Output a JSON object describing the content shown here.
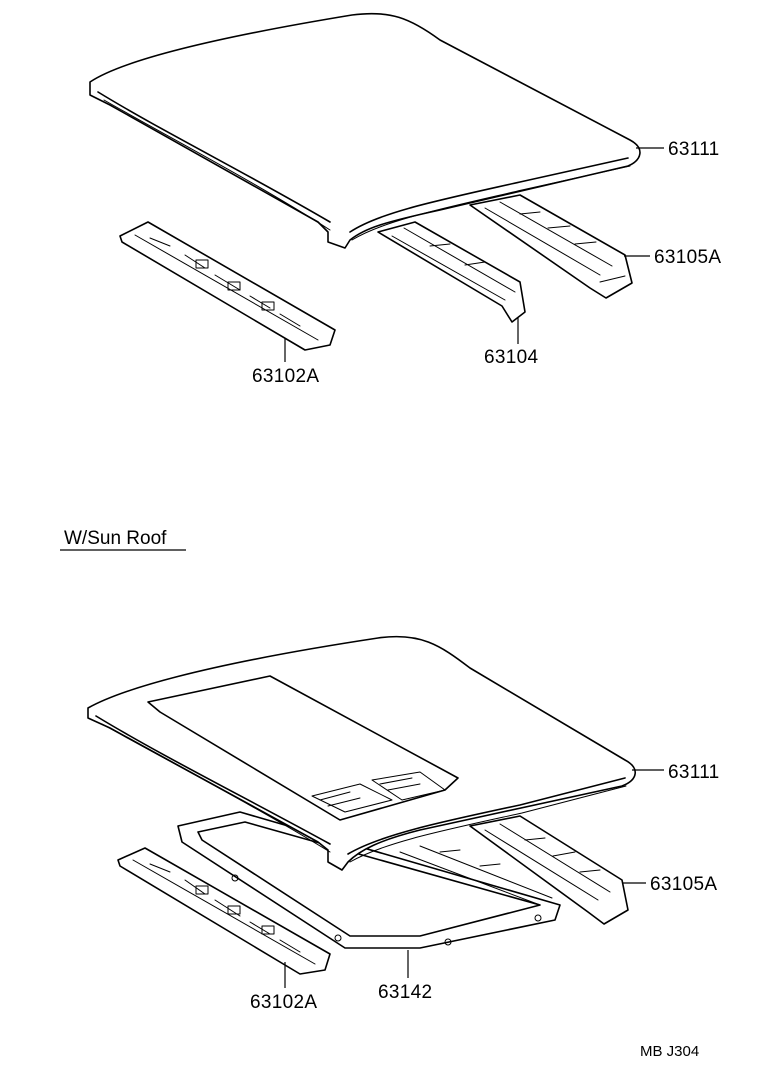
{
  "section_caption": "W/Sun Roof",
  "diagram_code": "MB J304",
  "parts_top": {
    "roof_panel": "63111",
    "side_rail": "63105A",
    "center_bow": "63104",
    "front_header": "63102A"
  },
  "parts_bottom": {
    "roof_panel": "63111",
    "side_rail": "63105A",
    "sunroof_frame": "63142",
    "front_header": "63102A"
  }
}
